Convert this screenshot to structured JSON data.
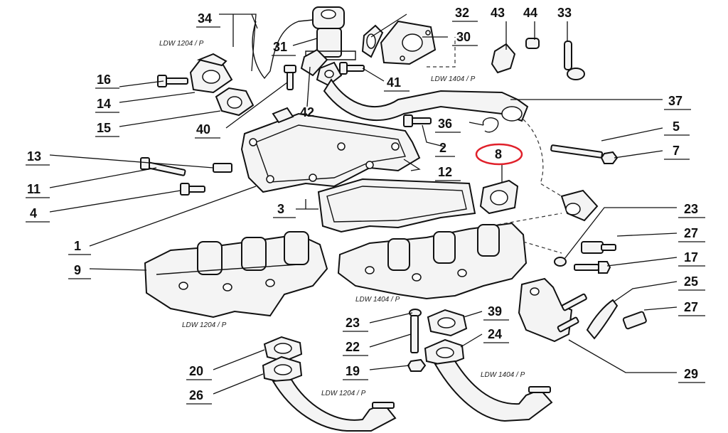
{
  "captions": {
    "ldw1204_top": "LDW 1204 / P",
    "ldw1404_top": "LDW 1404 / P",
    "ldw1204_mid": "LDW 1204 / P",
    "ldw1404_mid": "LDW 1404 / P",
    "ldw1204_bot": "LDW 1204 / P",
    "ldw1404_bot": "LDW 1404 / P"
  },
  "labels": {
    "p1": "1",
    "p2": "2",
    "p3": "3",
    "p4": "4",
    "p5": "5",
    "p7": "7",
    "p8": "8",
    "p9": "9",
    "p11": "11",
    "p12": "12",
    "p13": "13",
    "p14": "14",
    "p15": "15",
    "p16": "16",
    "p17": "17",
    "p19": "19",
    "p20": "20",
    "p22": "22",
    "p23a": "23",
    "p23b": "23",
    "p24": "24",
    "p25": "25",
    "p26": "26",
    "p27a": "27",
    "p27b": "27",
    "p29": "29",
    "p30": "30",
    "p31": "31",
    "p32": "32",
    "p33": "33",
    "p34": "34",
    "p36": "36",
    "p37": "37",
    "p39": "39",
    "p40": "40",
    "p41": "41",
    "p42": "42",
    "p43": "43",
    "p44": "44"
  },
  "highlight": {
    "label": "p8",
    "color": "#e0202a"
  }
}
